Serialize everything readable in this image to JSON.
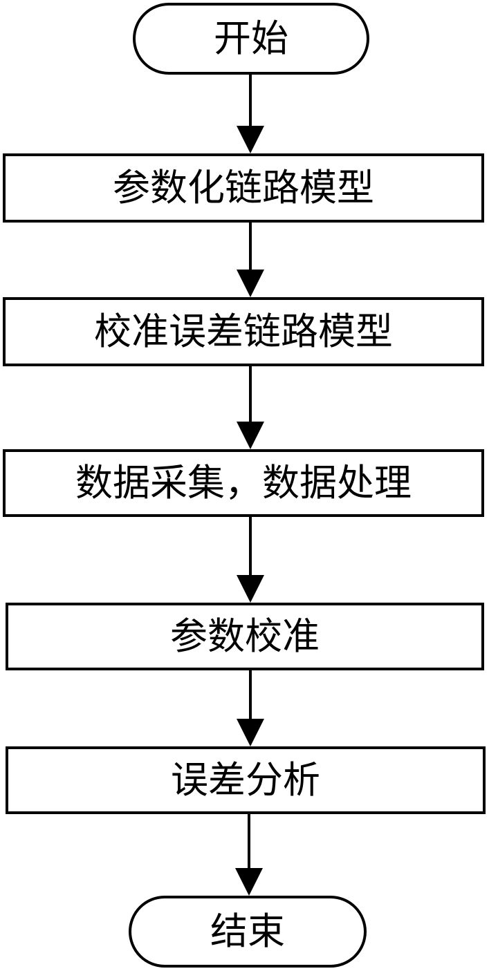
{
  "flowchart": {
    "start": "开始",
    "steps": [
      "参数化链路模型",
      "校准误差链路模型",
      "数据采集，数据处理",
      "参数校准",
      "误差分析"
    ],
    "end": "结束"
  }
}
